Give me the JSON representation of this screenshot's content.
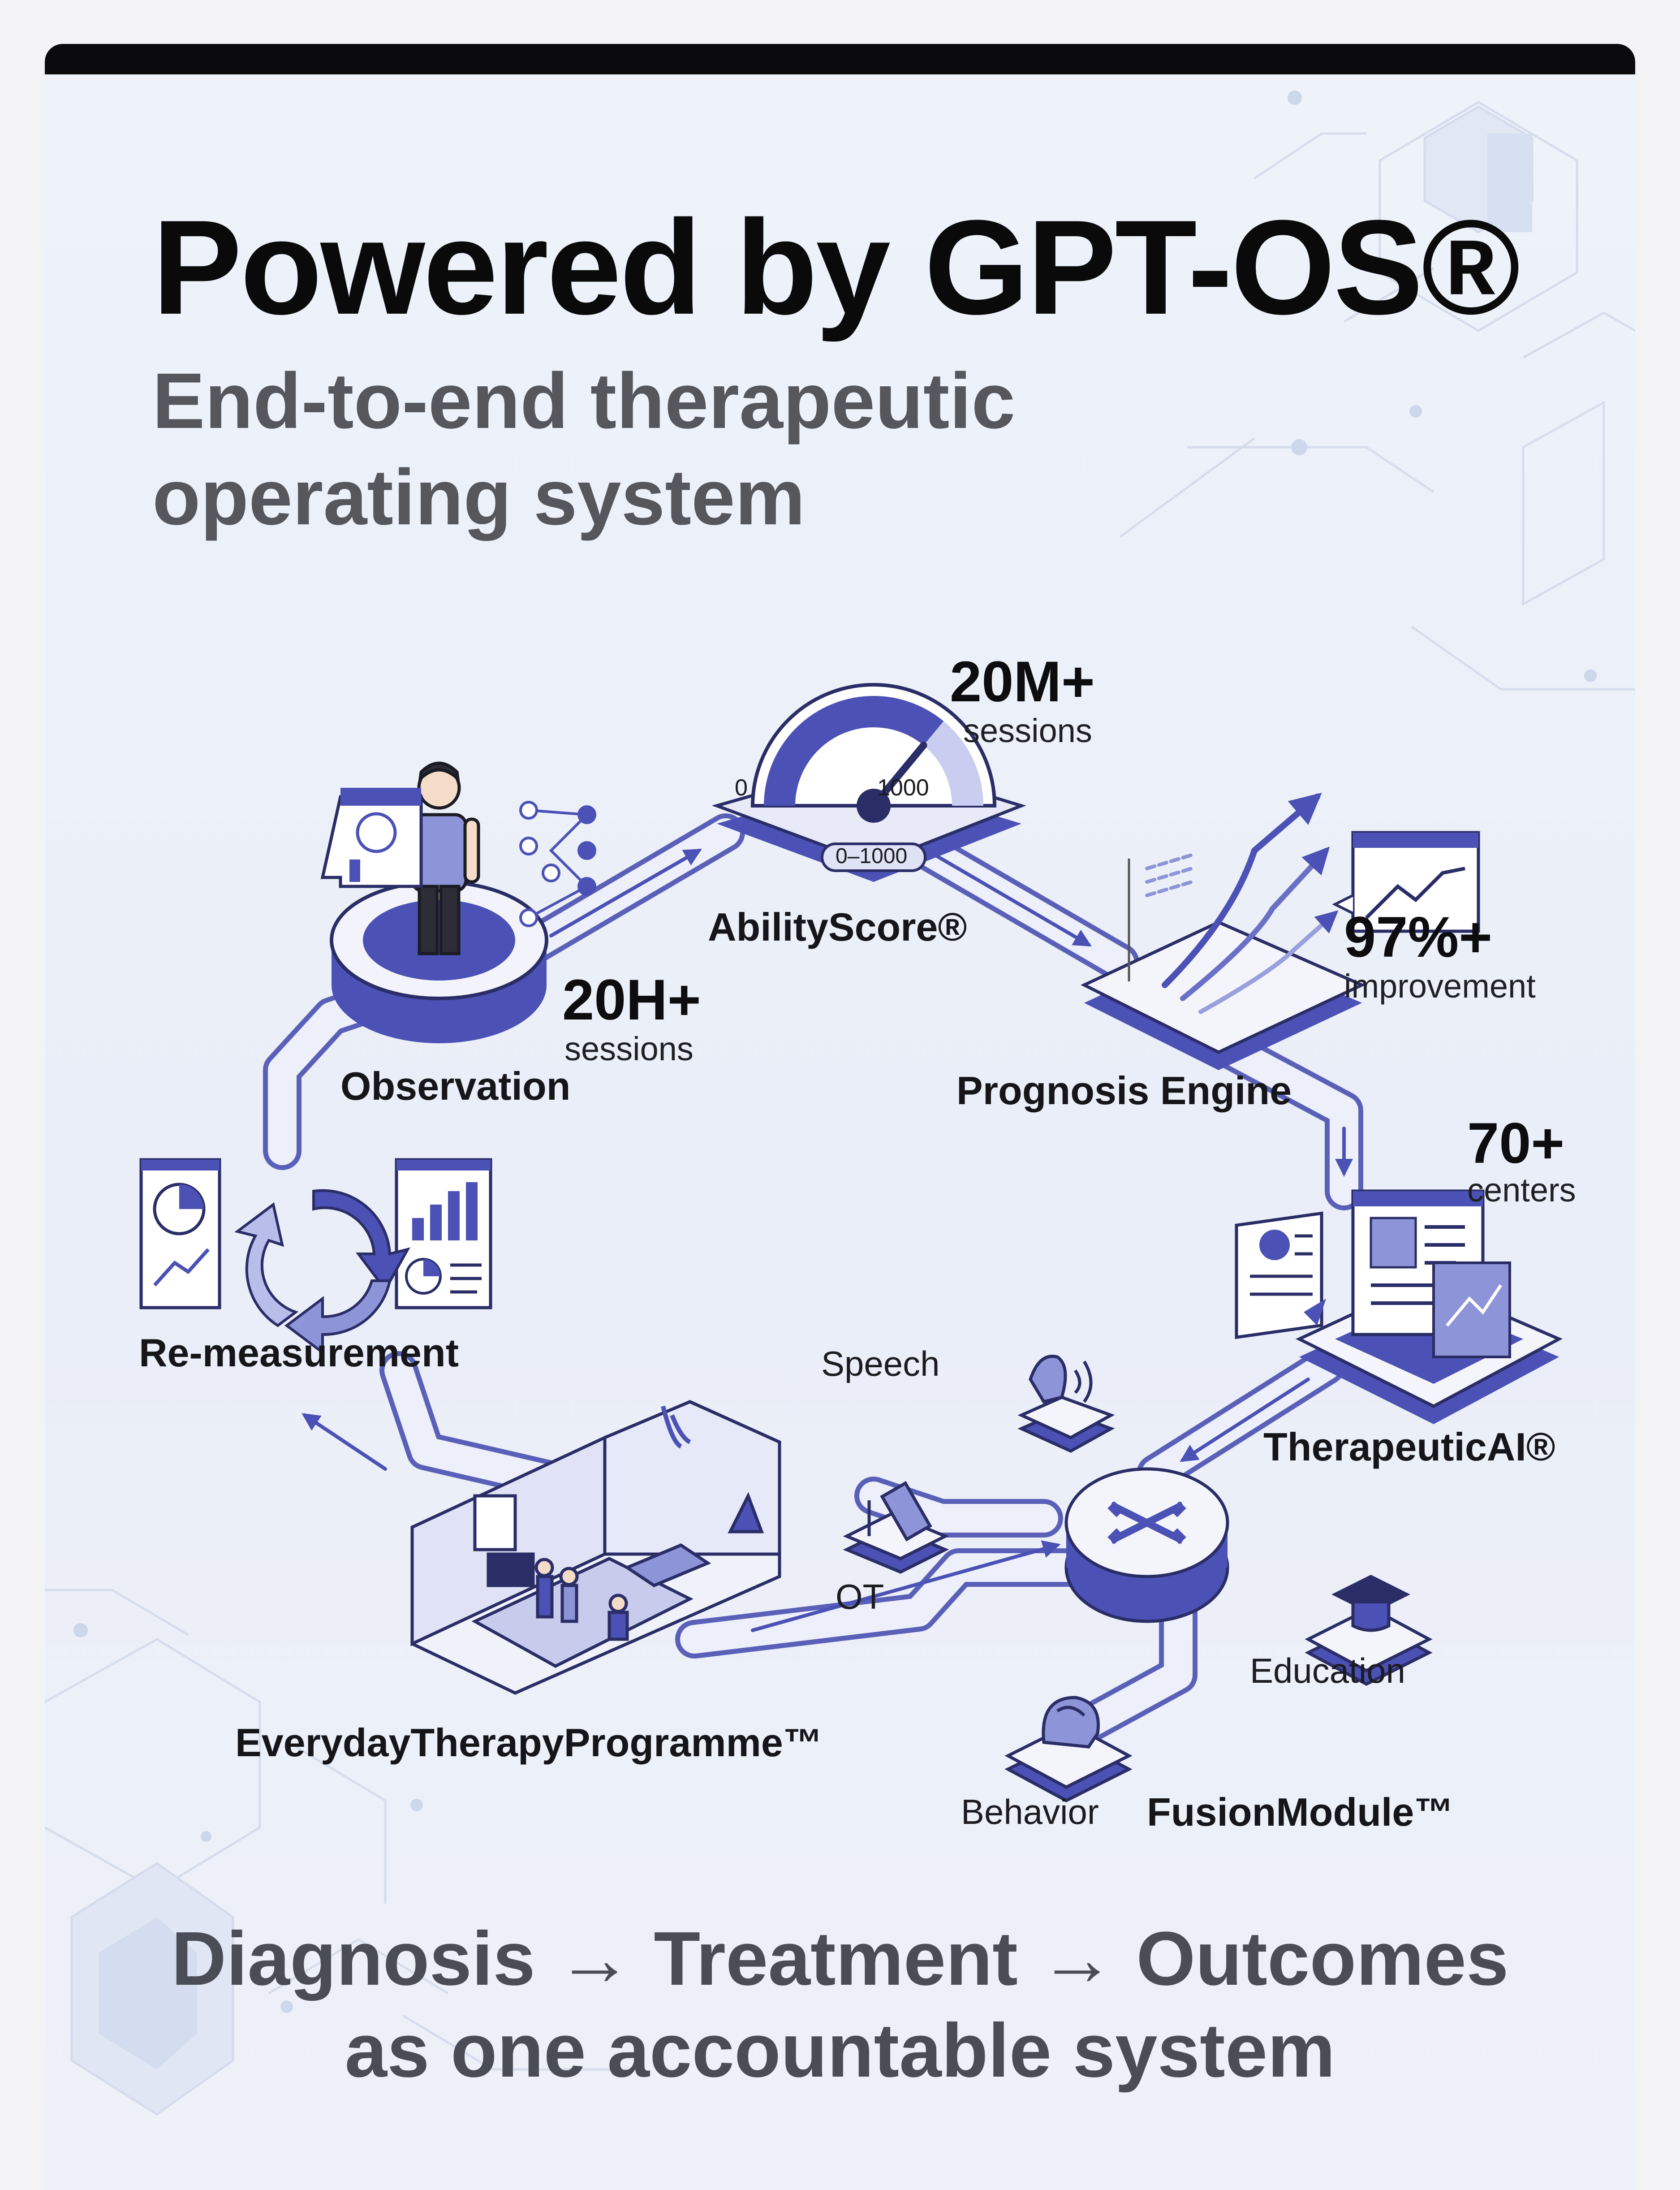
{
  "header": {
    "title": "Powered by GPT-OS®",
    "subtitle_line1": "End-to-end therapeutic",
    "subtitle_line2": "operating system"
  },
  "stats": {
    "sessions_20m": {
      "value": "20M+",
      "label": "sessions"
    },
    "sessions_20h": {
      "value": "20H+",
      "label": "sessions"
    },
    "improvement": {
      "value": "97%+",
      "label": "improvement"
    },
    "centers": {
      "value": "70+",
      "label": "centers"
    }
  },
  "nodes": {
    "ability_score": "AbilityScore®",
    "observation": "Observation",
    "prognosis_engine": "Prognosis Engine",
    "therapeutic_ai": "TherapeuticAI®",
    "re_measurement": "Re-measurement",
    "everyday_therapy": "EverydayTherapyProgramme™",
    "fusion_module": "FusionModule™"
  },
  "gauge": {
    "min": "0",
    "max": "1000",
    "range": "0–1000",
    "level": 0.72
  },
  "modules": {
    "speech": "Speech",
    "ot": "OT",
    "education": "Education",
    "behavior": "Behavior"
  },
  "footer": {
    "line1": "Diagnosis → Treatment → Outcomes",
    "line2": "as one accountable system"
  },
  "colors": {
    "accent": "#4b51b5",
    "accent_light": "#c9cdef",
    "title": "#0a0a0a",
    "subtitle": "#55575d"
  }
}
